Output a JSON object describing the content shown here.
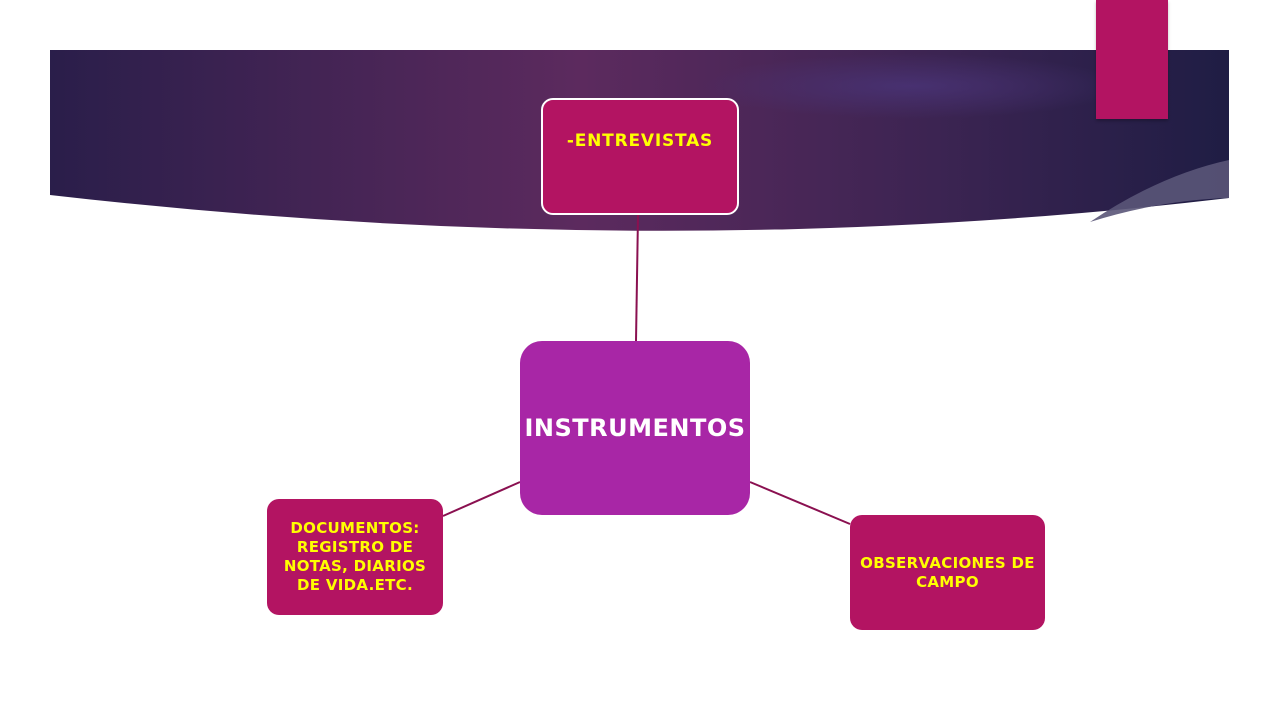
{
  "slide": {
    "colors": {
      "banner_dark": "#2a1e4a",
      "banner_mid": "#5c2a5e",
      "accent_magenta": "#b31462",
      "center_purple": "#a826a6",
      "label_yellow": "#ffff00",
      "label_white": "#ffffff",
      "connector": "#8a1050"
    }
  },
  "diagram": {
    "center": {
      "label": "INSTRUMENTOS"
    },
    "nodes": {
      "entrevistas": {
        "label": "-ENTREVISTAS"
      },
      "documentos": {
        "label": "DOCUMENTOS: REGISTRO DE NOTAS, DIARIOS DE VIDA.ETC."
      },
      "observaciones": {
        "label": "OBSERVACIONES DE CAMPO"
      }
    }
  }
}
